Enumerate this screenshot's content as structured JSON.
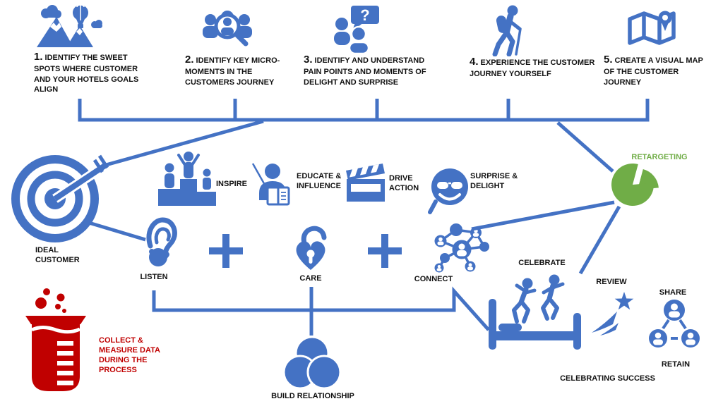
{
  "title": "Customer journey mapping process diagram",
  "colors": {
    "blue": "#4472C4",
    "green": "#70AD47",
    "red": "#C00000",
    "text": "#111111"
  },
  "steps": [
    {
      "number": "1.",
      "text": "IDENTIFY THE SWEET SPOTS WHERE CUSTOMER AND YOUR HOTELS GOALS ALIGN",
      "icon": "mountains-balloon-icon"
    },
    {
      "number": "2.",
      "text": "IDENTIFY KEY MICRO-MOMENTS IN THE CUSTOMERS JOURNEY",
      "icon": "audience-magnifier-icon"
    },
    {
      "number": "3.",
      "text": "IDENTIFY AND UNDERSTAND PAIN POINTS AND MOMENTS OF DELIGHT AND SURPRISE",
      "icon": "conversation-question-icon"
    },
    {
      "number": "4.",
      "text": "EXPERIENCE THE CUSTOMER JOURNEY YOURSELF",
      "icon": "hiker-icon"
    },
    {
      "number": "5.",
      "text": "CREATE A VISUAL MAP OF THE CUSTOMER JOURNEY",
      "icon": "map-pin-icon"
    }
  ],
  "labels": {
    "ideal_customer": "IDEAL CUSTOMER",
    "listen": "LISTEN",
    "care": "CARE",
    "connect": "CONNECT",
    "inspire": "INSPIRE",
    "educate_influence": "EDUCATE & INFLUENCE",
    "drive_action": "DRIVE ACTION",
    "surprise_delight": "SURPRISE & DELIGHT",
    "retargeting": "RETARGETING",
    "celebrate": "CELEBRATE",
    "review": "REVIEW",
    "share": "SHARE",
    "retain": "RETAIN",
    "celebrating_success": "CELEBRATING SUCCESS",
    "build_relationship": "BUILD RELATIONSHIP",
    "collect_measure": "COLLECT & MEASURE DATA DURING THE PROCESS",
    "question_mark": "?"
  },
  "icons": {
    "step1": "mountains-balloon-icon",
    "step2": "audience-magnifier-icon",
    "step3": "conversation-question-icon",
    "step4": "hiker-icon",
    "step5": "map-pin-icon",
    "ideal_customer": "target-dart-icon",
    "listen": "ear-icon",
    "inspire": "podium-winners-icon",
    "educate_influence": "person-reading-icon",
    "drive_action": "clapperboard-icon",
    "surprise_delight": "smiley-sunglasses-magnifier-icon",
    "care": "heart-padlock-icon",
    "connect": "people-network-icon",
    "retargeting": "pie-chart-icon",
    "collect_measure": "beaker-icon",
    "build_relationship": "venn-circles-icon",
    "celebrating_success": "jumping-on-bed-icon",
    "review": "shooting-star-icon",
    "retain": "share-network-icon",
    "plus": "plus-icon"
  }
}
